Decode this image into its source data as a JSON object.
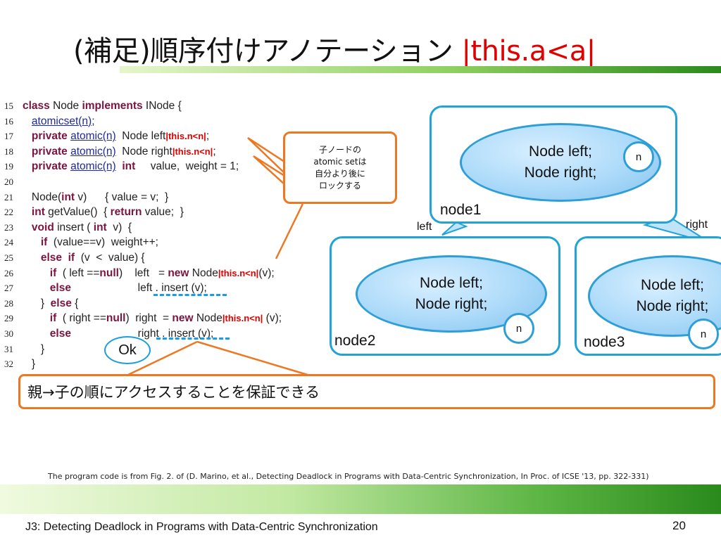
{
  "title": {
    "main": "(補足)順序付けアノテーション ",
    "highlight": "|this.a<a|"
  },
  "code": {
    "lines": [
      {
        "n": "15",
        "parts": [
          [
            "kw",
            "class"
          ],
          [
            "p",
            " Node "
          ],
          [
            "kw",
            "implements"
          ],
          [
            "p",
            " INode {"
          ]
        ]
      },
      {
        "n": "16",
        "parts": [
          [
            "p",
            "   "
          ],
          [
            "at",
            "atomicset(n);"
          ]
        ]
      },
      {
        "n": "17",
        "parts": [
          [
            "p",
            "   "
          ],
          [
            "kw",
            "private"
          ],
          [
            "p",
            " "
          ],
          [
            "at",
            "atomic(n)"
          ],
          [
            "p",
            "  Node left"
          ],
          [
            "red",
            "|this.n<n|"
          ],
          [
            "p",
            ";"
          ]
        ]
      },
      {
        "n": "18",
        "parts": [
          [
            "p",
            "   "
          ],
          [
            "kw",
            "private"
          ],
          [
            "p",
            " "
          ],
          [
            "at",
            "atomic(n)"
          ],
          [
            "p",
            "  Node right"
          ],
          [
            "red",
            "|this.n<n|"
          ],
          [
            "p",
            ";"
          ]
        ]
      },
      {
        "n": "19",
        "parts": [
          [
            "p",
            "   "
          ],
          [
            "kw",
            "private"
          ],
          [
            "p",
            " "
          ],
          [
            "at",
            "atomic(n)"
          ],
          [
            "p",
            "  "
          ],
          [
            "kw",
            "int"
          ],
          [
            "p",
            "     value,  weight = 1;"
          ]
        ]
      },
      {
        "n": "20",
        "parts": []
      },
      {
        "n": "21",
        "parts": [
          [
            "p",
            "   Node("
          ],
          [
            "kw",
            "int"
          ],
          [
            "p",
            " v)      { value = v;  }"
          ]
        ]
      },
      {
        "n": "22",
        "parts": [
          [
            "p",
            "   "
          ],
          [
            "kw",
            "int"
          ],
          [
            "p",
            " getValue()  { "
          ],
          [
            "kw",
            "return"
          ],
          [
            "p",
            " value;  }"
          ]
        ]
      },
      {
        "n": "23",
        "parts": [
          [
            "p",
            "   "
          ],
          [
            "kw",
            "void"
          ],
          [
            "p",
            " insert ( "
          ],
          [
            "kw",
            "int"
          ],
          [
            "p",
            "  v)  {"
          ]
        ]
      },
      {
        "n": "24",
        "parts": [
          [
            "p",
            "      "
          ],
          [
            "kw",
            "if"
          ],
          [
            "p",
            "  (value==v)  weight++;"
          ]
        ]
      },
      {
        "n": "25",
        "parts": [
          [
            "p",
            "      "
          ],
          [
            "kw",
            "else  if"
          ],
          [
            "p",
            "  (v  <  value) {"
          ]
        ]
      },
      {
        "n": "26",
        "parts": [
          [
            "p",
            "         "
          ],
          [
            "kw",
            "if"
          ],
          [
            "p",
            "  ( left =="
          ],
          [
            "kw",
            "null"
          ],
          [
            "p",
            ")    left   = "
          ],
          [
            "kw",
            "new"
          ],
          [
            "p",
            " Node"
          ],
          [
            "red",
            "|this.n<n|"
          ],
          [
            "p",
            "(v);"
          ]
        ]
      },
      {
        "n": "27",
        "parts": [
          [
            "p",
            "         "
          ],
          [
            "kw",
            "else"
          ],
          [
            "p",
            "                      left . insert (v);"
          ]
        ]
      },
      {
        "n": "28",
        "parts": [
          [
            "p",
            "      }  "
          ],
          [
            "kw",
            "else"
          ],
          [
            "p",
            " {"
          ]
        ]
      },
      {
        "n": "29",
        "parts": [
          [
            "p",
            "         "
          ],
          [
            "kw",
            "if"
          ],
          [
            "p",
            "  ( right =="
          ],
          [
            "kw",
            "null"
          ],
          [
            "p",
            ")  right  = "
          ],
          [
            "kw",
            "new"
          ],
          [
            "p",
            " Node"
          ],
          [
            "red",
            "|this.n<n|"
          ],
          [
            "p",
            " (v);"
          ]
        ]
      },
      {
        "n": "30",
        "parts": [
          [
            "p",
            "         "
          ],
          [
            "kw",
            "else"
          ],
          [
            "p",
            "                      right . insert (v);"
          ]
        ]
      },
      {
        "n": "31",
        "parts": [
          [
            "p",
            "      }"
          ]
        ]
      },
      {
        "n": "32",
        "parts": [
          [
            "p",
            "   }"
          ]
        ]
      }
    ]
  },
  "callout": {
    "lines": [
      "子ノードの",
      "atomic setは",
      "自分より後に",
      "ロックする"
    ]
  },
  "ok_label": "Ok",
  "message": "親→子の順にアクセスすることを保証できる",
  "tree": {
    "node1": {
      "line1": "Node left;",
      "line2": "Node right;",
      "lock": "n",
      "label": "node1"
    },
    "node2": {
      "line1": "Node left;",
      "line2": "Node right;",
      "lock": "n",
      "label": "node2"
    },
    "node3": {
      "line1": "Node left;",
      "line2": "Node right;",
      "lock": "n",
      "label": "node3"
    },
    "edge_left": "left",
    "edge_right": "right"
  },
  "citation": "The program code is from Fig. 2. of (D. Marino, et al., Detecting Deadlock in Programs with Data-Centric Synchronization, In Proc. of ICSE '13, pp. 322-331)",
  "footer": {
    "title": "J3: Detecting Deadlock in Programs with Data-Centric Synchronization",
    "page": "20"
  },
  "colors": {
    "accent_red": "#e00000",
    "callout_orange": "#ee7722",
    "node_blue": "#22a3d8",
    "keyword": "#7a1440",
    "annotation_blue": "#1f2a99",
    "bar_green": "#2a8a1c"
  }
}
